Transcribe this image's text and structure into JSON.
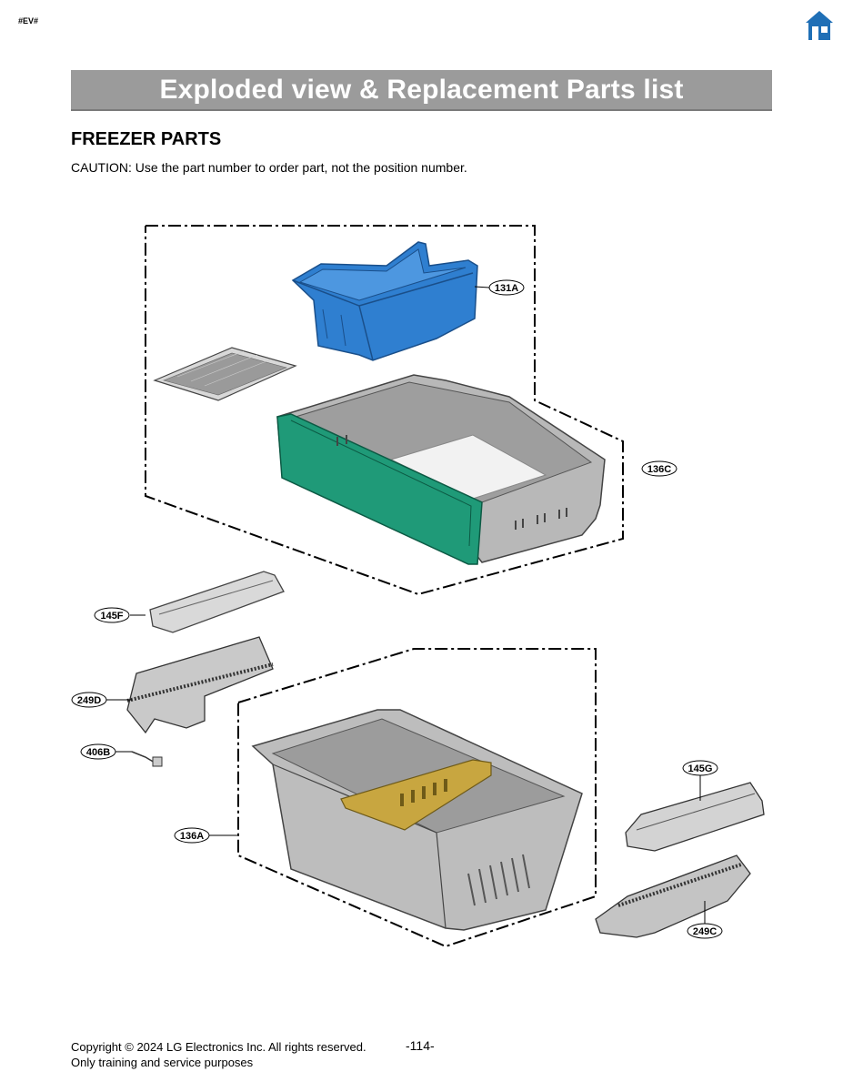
{
  "header": {
    "tag": "#EV#",
    "home_icon": "home-icon",
    "banner_title": "Exploded view & Replacement Parts list"
  },
  "section": {
    "title": "FREEZER PARTS",
    "caution": "CAUTION: Use the part number to order part, not the position number."
  },
  "callouts": {
    "c131A": "131A",
    "c136C": "136C",
    "c145F": "145F",
    "c249D": "249D",
    "c406B": "406B",
    "c136A": "136A",
    "c145G": "145G",
    "c249C": "249C"
  },
  "colors": {
    "banner": "#9b9b9b",
    "basket_blue": "#2f7fd0",
    "drawer_green": "#1f9a78",
    "divider_gold": "#c8a640",
    "home_icon": "#1f6fb6"
  },
  "footer": {
    "copyright": "Copyright © 2024 LG Electronics Inc. All rights reserved.",
    "note": "Only training and service purposes",
    "page": "-114-"
  }
}
